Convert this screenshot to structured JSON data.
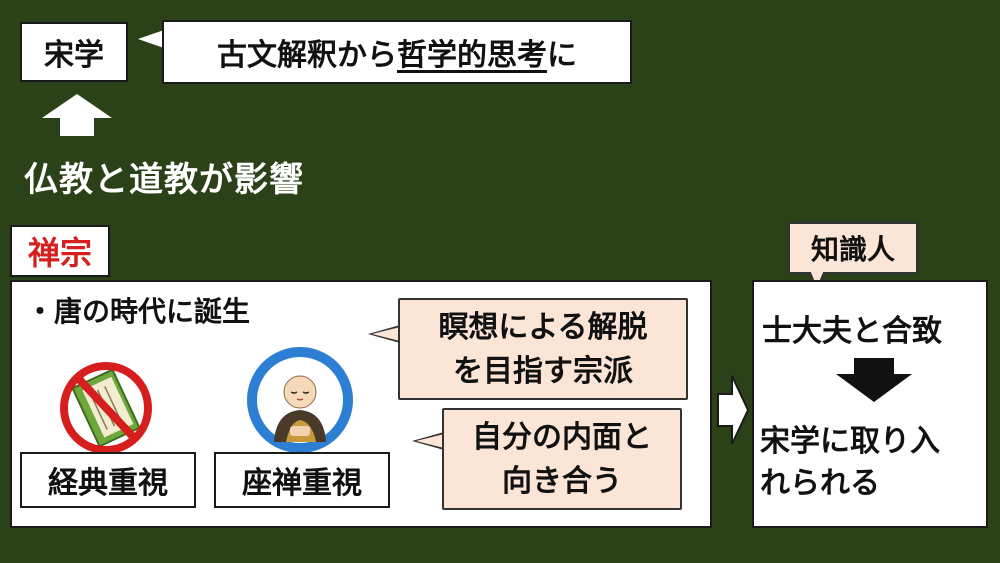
{
  "songxue": {
    "label": "宋学",
    "callout_prefix": "古文解釈から",
    "callout_underlined": "哲学的思考",
    "callout_suffix": "に"
  },
  "influence": "仏教と道教が影響",
  "zen": {
    "tag": "禅宗",
    "birth": "・唐の時代に誕生",
    "meditation_line1": "瞑想による解脱",
    "meditation_line2": "を目指す宗派",
    "inner_line1": "自分の内面と",
    "inner_line2": "向き合う",
    "scripture_label": "経典重視",
    "zazen_label": "座禅重視"
  },
  "intellectuals": {
    "tag": "知識人",
    "line1": "士大夫と合致",
    "line2": "宋学に取り入",
    "line3": "れられる"
  },
  "colors": {
    "background": "#2b4219",
    "zen_tag": "#d62020",
    "callout_fill": "#fbe5d6"
  },
  "icons": [
    "up-arrow-icon",
    "down-arrow-icon",
    "right-arrow-icon",
    "no-scripture-icon",
    "meditating-monk-icon"
  ]
}
